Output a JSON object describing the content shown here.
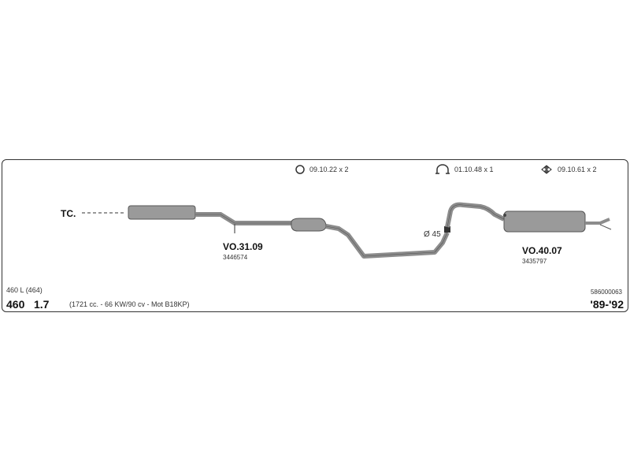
{
  "legend": [
    {
      "icon": "clamp-ring-icon",
      "text": "09.10.22 x 2"
    },
    {
      "icon": "u-bolt-clamp-icon",
      "text": "01.10.48 x 1"
    },
    {
      "icon": "rubber-hanger-icon",
      "text": "09.10.61 x 2"
    }
  ],
  "labels": {
    "tc": "TC.",
    "diameter": "Ø 45"
  },
  "parts": {
    "front": {
      "code": "VO.31.09",
      "ref": "3446574"
    },
    "rear": {
      "code": "VO.40.07",
      "ref": "3435797"
    }
  },
  "vehicle": {
    "model_line": "460 L (464)",
    "model": "460",
    "engine": "1.7",
    "spec": "(1721 cc. - 66 KW/90 cv - Mot B18KP)",
    "catalog_no": "586000063",
    "years": "'89-'92"
  },
  "colors": {
    "pipe": "#8c8c8c",
    "muffler": "#9a9a9a",
    "outline": "#444444"
  }
}
